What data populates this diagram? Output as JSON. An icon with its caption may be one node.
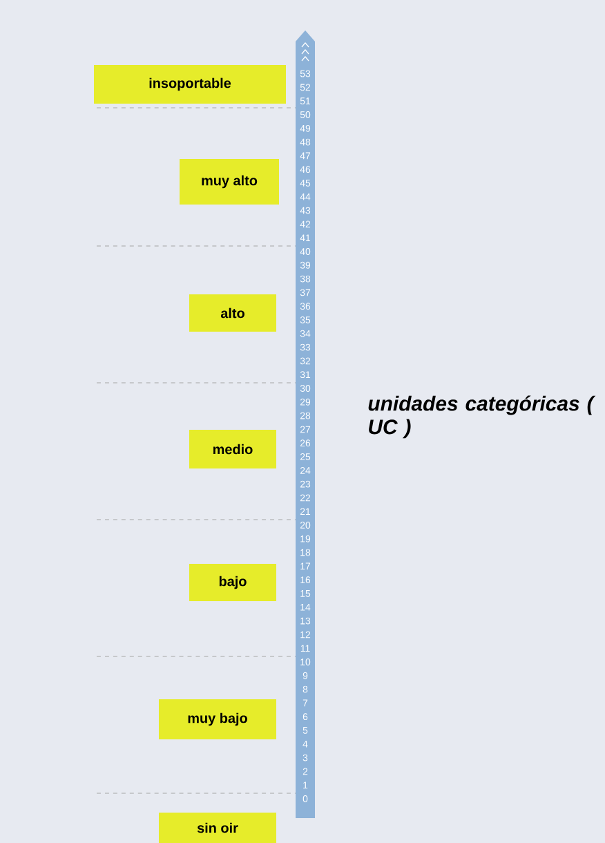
{
  "diagram": {
    "nodes": [
      {
        "text": [
          "insoportable"
        ]
      },
      {
        "text": [
          "muy alto"
        ]
      },
      {
        "text": [
          "alto"
        ]
      },
      {
        "text": [
          "medio"
        ]
      },
      {
        "text": [
          "bajo"
        ]
      },
      {
        "text": [
          "muy bajo"
        ]
      },
      {
        "text": [
          "sin oir"
        ]
      }
    ],
    "labels": [
      "53",
      "52",
      "51",
      "50",
      "49",
      "48",
      "47",
      "46",
      "45",
      "44",
      "43",
      "42",
      "41",
      "40",
      "39",
      "38",
      "37",
      "36",
      "35",
      "34",
      "33",
      "32",
      "31",
      "30",
      "29",
      "28",
      "27",
      "26",
      "25",
      "24",
      "23",
      "22",
      "21",
      "20",
      "19",
      "18",
      "17",
      "16",
      "15",
      "14",
      "13",
      "12",
      "11",
      "10",
      "9",
      "8",
      "7",
      "6",
      "5",
      "4",
      "3",
      "2",
      "1",
      "0",
      "unidades categóricas ( UC )"
    ]
  }
}
